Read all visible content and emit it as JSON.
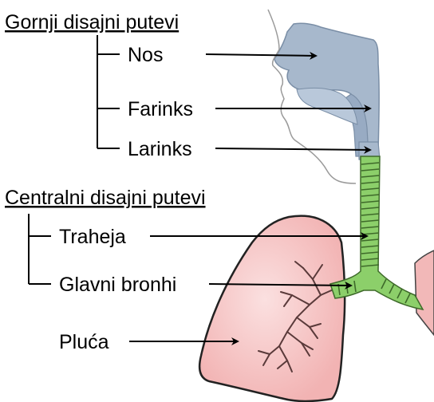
{
  "groups": [
    {
      "heading": "Gornji disajni putevi",
      "items": [
        {
          "label": "Nos",
          "target": "nasal-cavity"
        },
        {
          "label": "Farinks",
          "target": "pharynx"
        },
        {
          "label": "Larinks",
          "target": "larynx"
        }
      ]
    },
    {
      "heading": "Centralni disajni putevi",
      "items": [
        {
          "label": "Traheja",
          "target": "trachea"
        },
        {
          "label": "Glavni bronhi",
          "target": "main-bronchi"
        }
      ]
    }
  ],
  "standalone": [
    {
      "label": "Pluća",
      "target": "lung"
    }
  ],
  "colors": {
    "upper_airway": "#a7b8cc",
    "trachea": "#8ccf6a",
    "lung": "#f4c0c0",
    "lung_outline": "#222222",
    "arrow": "#000000"
  }
}
